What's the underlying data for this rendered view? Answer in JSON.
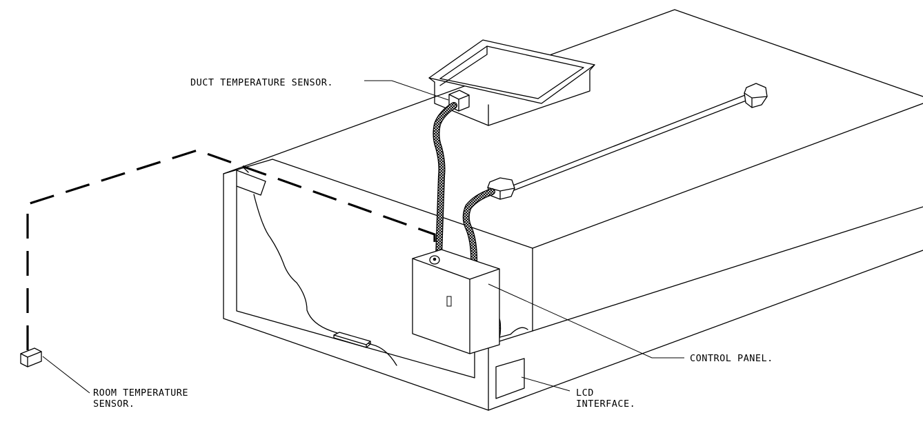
{
  "labels": {
    "duct_sensor": "DUCT TEMPERATURE SENSOR.",
    "control_panel": "CONTROL PANEL.",
    "room_sensor_line1": "ROOM TEMPERATURE",
    "room_sensor_line2": "SENSOR.",
    "lcd_line1": "LCD",
    "lcd_line2": "INTERFACE."
  },
  "colors": {
    "line": "#000000",
    "background": "#ffffff"
  }
}
